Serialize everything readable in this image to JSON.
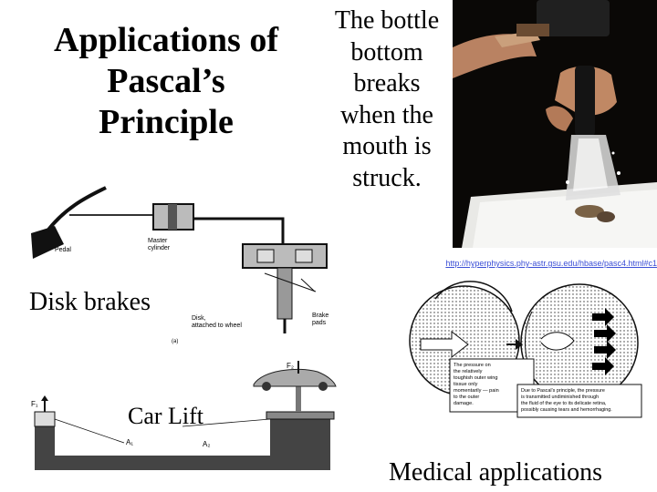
{
  "slide": {
    "title": "Applications of Pascal’s Principle",
    "bottle_caption": "The bottle bottom breaks when the mouth is struck.",
    "source_url": "http://hyperphysics.phy-astr.gsu.edu/hbase/pasc4.html#c1"
  },
  "labels": {
    "disk_brakes": "Disk brakes",
    "car_lift": "Car Lift",
    "medical": "Medical applications"
  },
  "brake_diagram": {
    "pedal": "Pedal",
    "master_cylinder_line1": "Master",
    "master_cylinder_line2": "cylinder",
    "disk_line1": "Disk,",
    "disk_line2": "attached to wheel",
    "pads_line1": "Brake",
    "pads_line2": "pads",
    "figure_tag": "(a)"
  },
  "lift_diagram": {
    "f1": "F₁",
    "a1": "A₁",
    "f2": "F₂",
    "a2": "A₂"
  },
  "eye_diagram": {
    "left_note": [
      "The pressure on",
      "the relatively",
      "toughish outer wing",
      "tissue only",
      "momentarily — pain",
      "to the outer",
      "damage."
    ],
    "right_note": [
      "Due to Pascal’s principle, the pressure",
      "is transmitted undiminished through",
      "the fluid of the eye to its delicate retina,",
      "possibly causing tears and hemorrhaging."
    ]
  },
  "colors": {
    "url": "#3b4fd6",
    "photo_bg": "#0a0806",
    "tray": "#e9e9e6"
  }
}
